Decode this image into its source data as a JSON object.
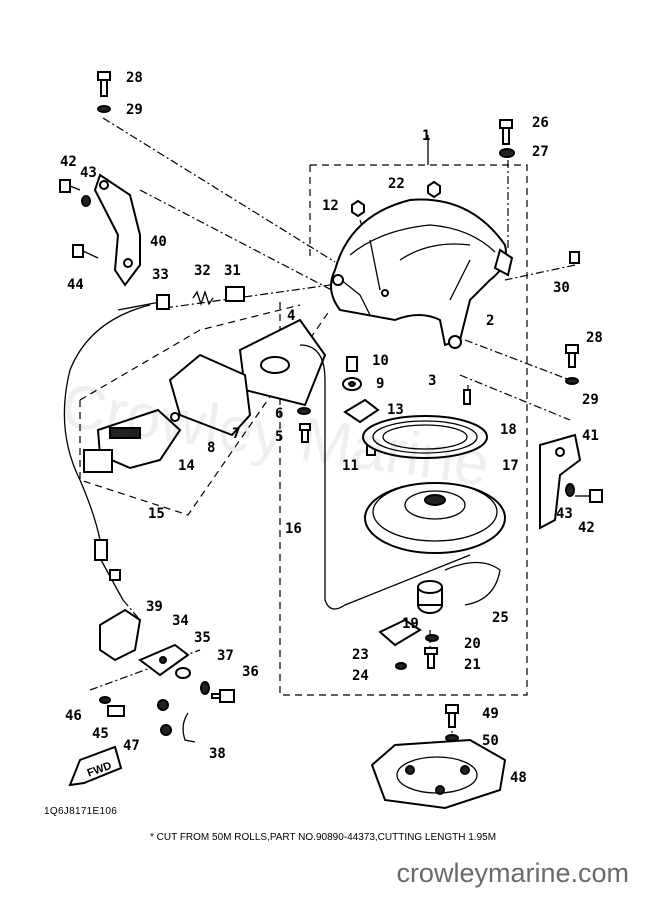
{
  "diagram": {
    "callouts": {
      "p1": "1",
      "p2": "2",
      "p3": "3",
      "p4": "4",
      "p5": "5",
      "p6": "6",
      "p7": "7",
      "p8": "8",
      "p9": "9",
      "p10": "10",
      "p11": "11",
      "p12": "12",
      "p13": "13",
      "p14": "14",
      "p15": "15",
      "p16": "16",
      "p17": "17",
      "p18": "18",
      "p19": "19",
      "p20": "20",
      "p21": "21",
      "p22": "22",
      "p23": "23",
      "p24": "24",
      "p25": "25",
      "p26": "26",
      "p27": "27",
      "p28": "28",
      "p29": "29",
      "p30": "30",
      "p31": "31",
      "p32": "32",
      "p33": "33",
      "p34": "34",
      "p35": "35",
      "p36": "36",
      "p37": "37",
      "p38": "38",
      "p39": "39",
      "p40": "40",
      "p41": "41",
      "p42": "42",
      "p43": "43",
      "p44": "44",
      "p45": "45",
      "p46": "46",
      "p47": "47",
      "p48": "48",
      "p49": "49",
      "p50": "50"
    },
    "fwd_label": "FWD",
    "catalog_code": "1Q6J8171E106",
    "footnote": "* CUT FROM 50M ROLLS,PART NO.90890-44373,CUTTING LENGTH 1.95M",
    "watermark": "Crowley Marine",
    "site_name": "crowleymarine.com"
  }
}
